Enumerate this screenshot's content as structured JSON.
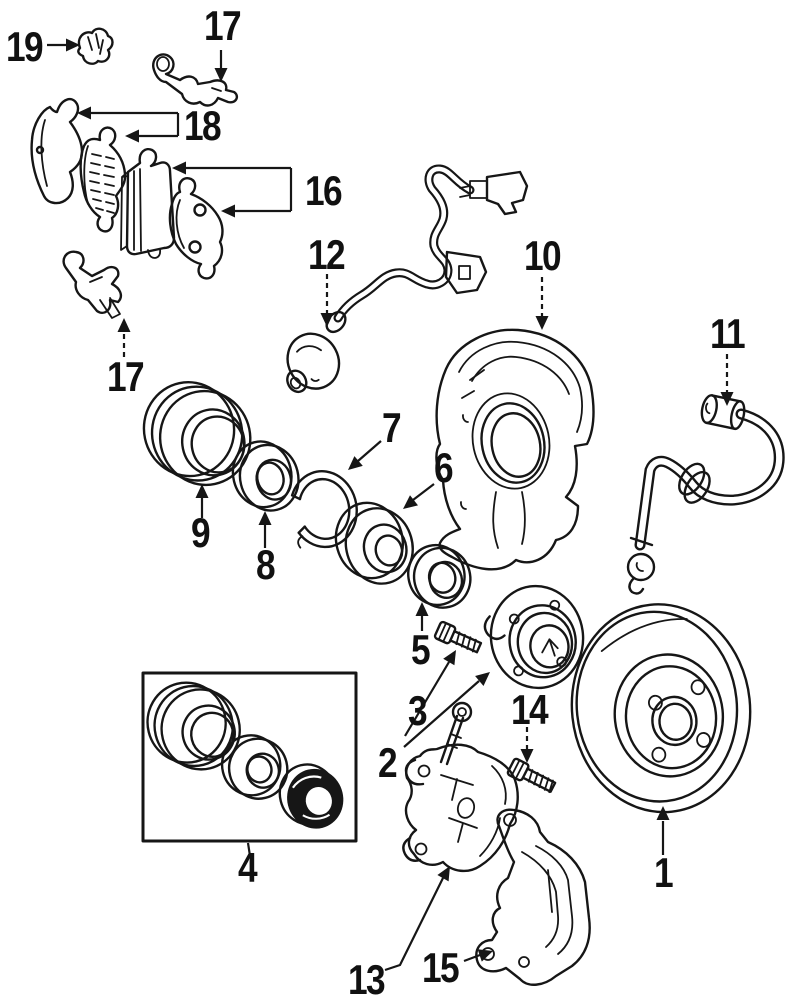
{
  "colors": {
    "ink": "#161616",
    "paper": "#ffffff"
  },
  "callouts": {
    "c1": "1",
    "c2": "2",
    "c3": "3",
    "c4": "4",
    "c5": "5",
    "c6": "6",
    "c7": "7",
    "c8": "8",
    "c9": "9",
    "c10": "10",
    "c11": "11",
    "c12": "12",
    "c13": "13",
    "c14": "14",
    "c15": "15",
    "c16": "16",
    "c17_top": "17",
    "c17_side": "17",
    "c18": "18",
    "c19": "19"
  }
}
